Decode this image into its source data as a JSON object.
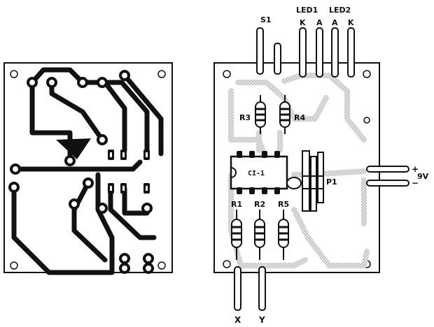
{
  "labels": {
    "s1": "S1",
    "led1": "LED1",
    "led2": "LED2",
    "led1_k": "K",
    "led1_a": "A",
    "led2_a": "A",
    "led2_k": "K",
    "r3": "R3",
    "r4": "R4",
    "ic": "CI-1",
    "p1": "P1",
    "r1": "R1",
    "r2": "R2",
    "r5": "R5",
    "plus": "+",
    "minus": "−",
    "supply": "9V",
    "x": "X",
    "y": "Y"
  },
  "colors": {
    "ink": "#111111",
    "board": "#ffffff",
    "trace_shade": "#cfcfcf"
  }
}
